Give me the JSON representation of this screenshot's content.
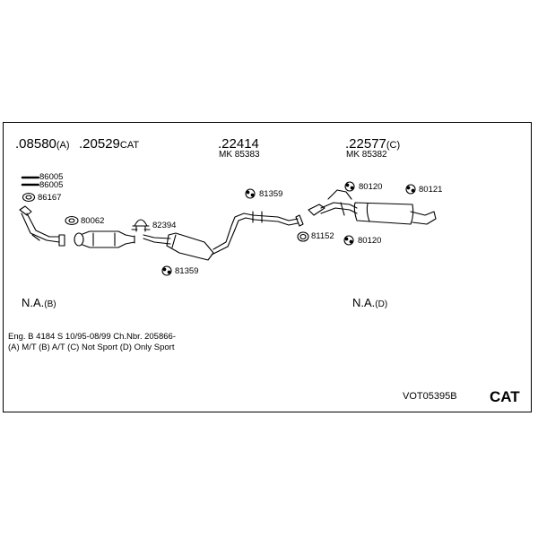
{
  "parts": {
    "p1": {
      "number": ".08580",
      "suffix": "(A)"
    },
    "p2": {
      "number": ".20529",
      "suffix": "CAT"
    },
    "p3": {
      "number": ".22414",
      "mk": "MK  85383"
    },
    "p4": {
      "number": ".22577",
      "suffix": "(C)",
      "mk": "MK  85382"
    }
  },
  "callouts": {
    "c86005a": "86005",
    "c86005b": "86005",
    "c86167": "86167",
    "c80062": "80062",
    "c82394": "82394",
    "c81359a": "81359",
    "c81359b": "81359",
    "c81152": "81152",
    "c80120a": "80120",
    "c80120b": "80120",
    "c80121": "80121"
  },
  "na": {
    "left": {
      "label": "N.A.",
      "suffix": "(B)"
    },
    "right": {
      "label": "N.A.",
      "suffix": "(D)"
    }
  },
  "notes": {
    "line1": "Eng. B 4184 S   10/95-08/99   Ch.Nbr. 205866-",
    "line2": "(A) M/T (B) A/T (C) Not Sport (D) Only Sport"
  },
  "footer": {
    "code": "VOT05395B",
    "badge": "CAT"
  }
}
